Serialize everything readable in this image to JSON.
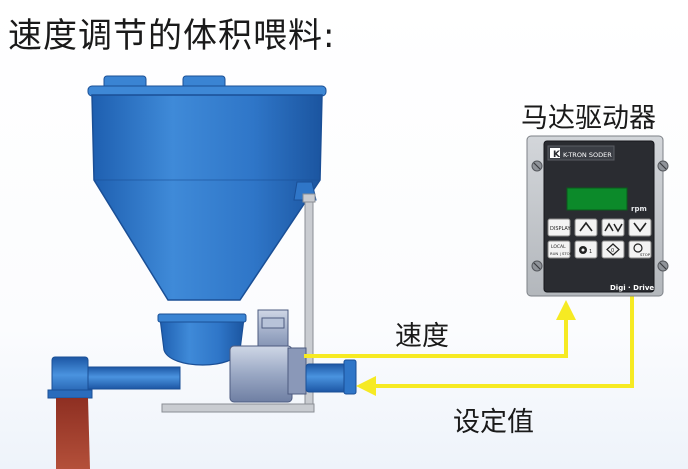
{
  "title": "速度调节的体积喂料:",
  "drive_title": "马达驱动器",
  "speed_label": "速度",
  "setpoint_label": "设定值",
  "drive_panel": {
    "brand": "K-TRON SODER",
    "unit": "rpm",
    "footer": "Digi · Drive",
    "display_key": "DISPLAY",
    "local_key": "LOCAL",
    "local_key_sub": "RUN | STOP",
    "zero_key": "0",
    "stop_key": "STOP"
  },
  "colors": {
    "hopper_blue": "#2f76c8",
    "signal_yellow": "#f6ea23",
    "panel_grey": "#c2c5c9",
    "panel_dark": "#2a2c31",
    "display_green": "#0c8a2a",
    "material_brown": "#a23b2a"
  }
}
